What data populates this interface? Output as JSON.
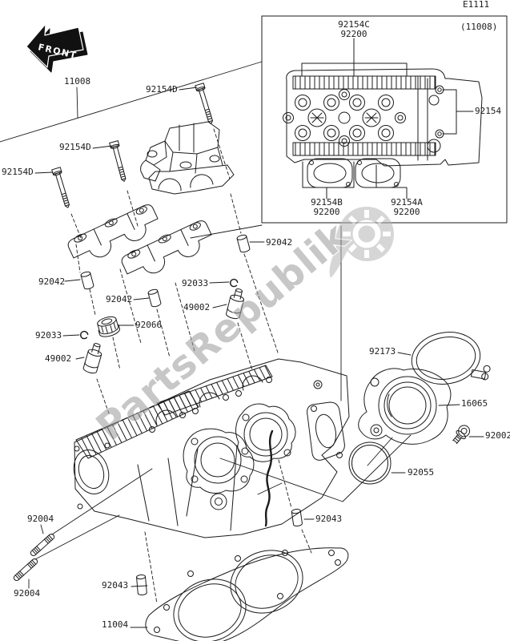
{
  "ref_code": "E1111",
  "front_arrow_label": "FRONT",
  "watermark": {
    "text": "PartsRepublik",
    "color": "#9a9a9a"
  },
  "inset": {
    "ref": "(11008)",
    "labels": {
      "shim_top": "92154C",
      "shim_part": "92200",
      "bolt_group": "92154",
      "shim_left": "92154B",
      "shim_right": "92154A"
    }
  },
  "parts": {
    "cylinder_head": "11008",
    "cap_bolt": "92154D",
    "bushing": "92042",
    "circlip": "92033",
    "tappet": "49002",
    "plug_cap": "92066",
    "clamp": "92173",
    "holder_carburetor": "16065",
    "bolt_flanged": "92002",
    "oring": "92055",
    "pin_dowel": "92043",
    "stud": "92004",
    "gasket_head": "11004"
  },
  "colors": {
    "line": "#1b1b1b",
    "background": "#ffffff"
  }
}
